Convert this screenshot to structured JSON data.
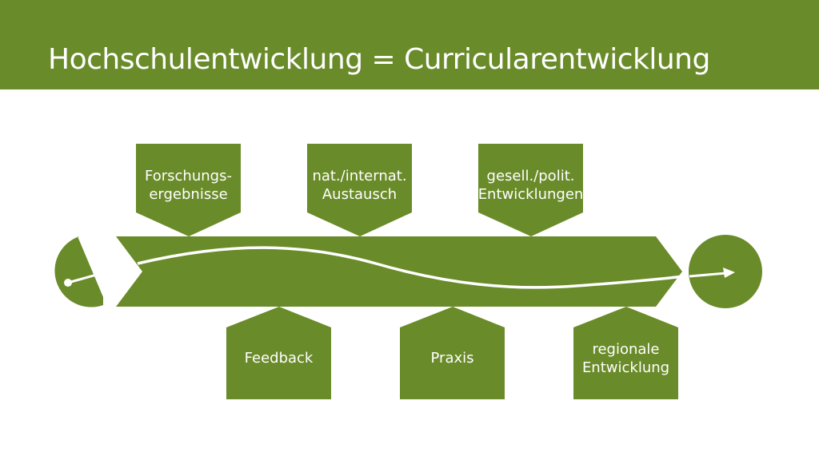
{
  "title": "Hochschulentwicklung = Curricularentwicklung",
  "colors": {
    "brand": "#6a8b2a",
    "text_on_brand": "#ffffff",
    "background": "#ffffff"
  },
  "influences_top": [
    {
      "lines": [
        "Forschungs-",
        "ergebnisse"
      ]
    },
    {
      "lines": [
        "nat./internat.",
        "Austausch"
      ]
    },
    {
      "lines": [
        "gesell./polit.",
        "Entwicklungen"
      ]
    }
  ],
  "influences_bottom": [
    {
      "lines": [
        "Feedback"
      ]
    },
    {
      "lines": [
        "Praxis"
      ]
    },
    {
      "lines": [
        "regionale",
        "Entwicklung"
      ]
    }
  ]
}
